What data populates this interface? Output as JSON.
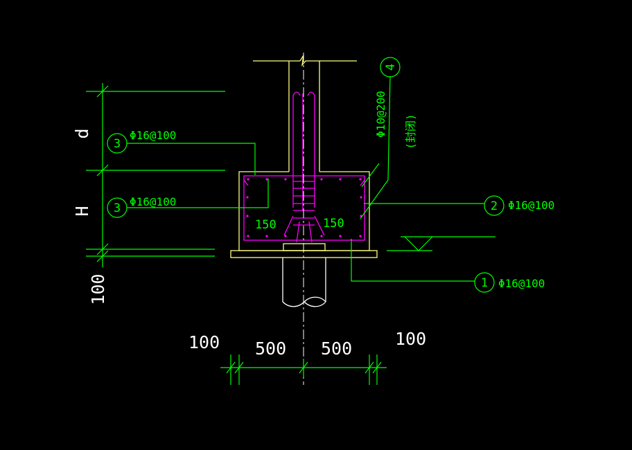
{
  "colors": {
    "background": "#000000",
    "concrete": "#ffff80",
    "rebar": "#ff00ff",
    "annotation": "#00ff00",
    "dimension_text": "#ffffff",
    "pile": "#ffffff"
  },
  "vertical_dims": {
    "d": "d",
    "H": "H",
    "bottom": "100"
  },
  "horizontal_dims": {
    "left_cover": "100",
    "left_half": "500",
    "right_half": "500",
    "right_cover": "100"
  },
  "inner_dims": {
    "left": "150",
    "right": "150"
  },
  "callouts": {
    "c3_top": {
      "num": "3",
      "spec": "Φ16@100"
    },
    "c3_mid": {
      "num": "3",
      "spec": "Φ16@100"
    },
    "c2": {
      "num": "2",
      "spec": "Φ16@100"
    },
    "c1": {
      "num": "1",
      "spec": "Φ16@100"
    },
    "c4": {
      "num": "4",
      "spec": "Φ10@200",
      "note": "(封闭)"
    }
  }
}
